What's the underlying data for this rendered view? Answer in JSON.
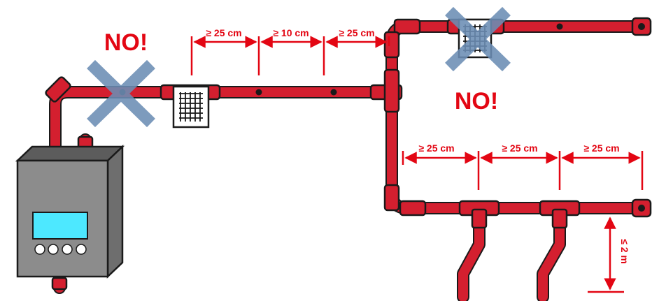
{
  "colors": {
    "pipe": "#d41f2f",
    "pipe_dark": "#1a1a1a",
    "dimension": "#e30613",
    "cross": "#6c8eb5",
    "heater_body": "#8c8c8c",
    "heater_screen": "#4de8ff"
  },
  "warnings": {
    "left": "NO!",
    "right": "NO!"
  },
  "dimensions": {
    "top_1": "≥ 25 cm",
    "top_2": "≥ 10 cm",
    "top_3": "≥ 25 cm",
    "bottom_1": "≥ 25 cm",
    "bottom_2": "≥ 25 cm",
    "bottom_3": "≥ 25 cm",
    "height": "≤ 2 m"
  },
  "icons": {
    "heater": "water-heater-icon",
    "sensor": "grid-sensor-icon",
    "forbidden": "cross-icon"
  }
}
